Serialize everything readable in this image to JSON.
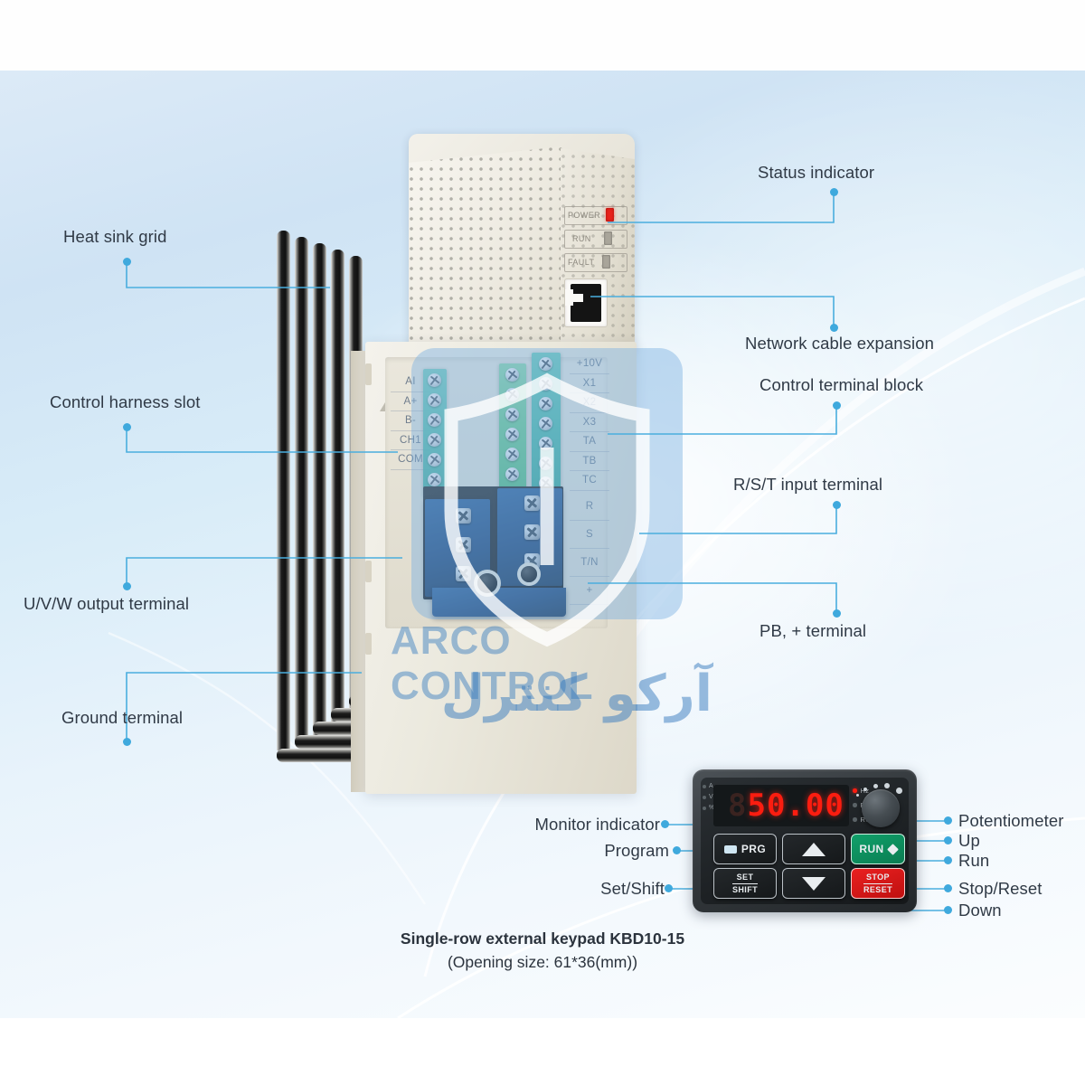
{
  "background": {
    "accent_line_color": "#4aaede",
    "label_text_color": "#303a46",
    "gradient_from": "#dceaf7",
    "gradient_to": "#fbfdfe"
  },
  "callouts_left": [
    {
      "id": "heat-sink-grid",
      "label": "Heat sink grid"
    },
    {
      "id": "control-harness-slot",
      "label": "Control harness slot"
    },
    {
      "id": "uvw-output-terminal",
      "label": "U/V/W output terminal"
    },
    {
      "id": "ground-terminal",
      "label": "Ground terminal"
    }
  ],
  "callouts_right": [
    {
      "id": "status-indicator",
      "label": "Status indicator"
    },
    {
      "id": "network-cable-expansion",
      "label": "Network cable expansion"
    },
    {
      "id": "control-terminal-block",
      "label": "Control terminal block"
    },
    {
      "id": "rst-input-terminal",
      "label": "R/S/T input terminal"
    },
    {
      "id": "pb-plus-terminal",
      "label": "PB,  + terminal"
    }
  ],
  "device": {
    "status_leds": [
      {
        "name": "POWER",
        "state": "on"
      },
      {
        "name": "RUN",
        "state": "off"
      },
      {
        "name": "FAULT",
        "state": "off"
      }
    ],
    "led_on_color": "#e8231b",
    "led_off_color": "#a9a59a",
    "port": "RJ45",
    "terminal_labels_left": [
      "AI",
      "A+",
      "B-",
      "CH1",
      "COM"
    ],
    "terminal_labels_right": [
      "+10V",
      "X1",
      "X2",
      "X3",
      "TA",
      "TB",
      "TC"
    ],
    "power_labels_right": [
      "R",
      "S",
      "T/N",
      "+"
    ],
    "housing_color": "#ece9de",
    "heatsink_color": "#151515"
  },
  "watermark": {
    "text_en": "ARCO CONTROL",
    "text_fa": "آرکو کنترل",
    "color": "#357abd"
  },
  "keypad": {
    "display": {
      "leading_digit": "8",
      "value": "50.00"
    },
    "indicators_left": [
      "A",
      "V",
      "%"
    ],
    "indicators_right": [
      {
        "label": "Hz",
        "state": "on"
      },
      {
        "label": "RPM",
        "state": "off"
      },
      {
        "label": "RUN",
        "state": "off"
      }
    ],
    "buttons": [
      {
        "id": "prg",
        "label": "PRG"
      },
      {
        "id": "set",
        "label_top": "SET",
        "label_bottom": "SHIFT"
      },
      {
        "id": "up",
        "label": ""
      },
      {
        "id": "down",
        "label": ""
      },
      {
        "id": "run",
        "label": "RUN"
      },
      {
        "id": "stop",
        "label_top": "STOP",
        "label_bottom": "RESET"
      }
    ],
    "labels_left": [
      {
        "id": "monitor-indicator",
        "label": "Monitor indicator"
      },
      {
        "id": "program",
        "label": "Program"
      },
      {
        "id": "set-shift",
        "label": "Set/Shift"
      }
    ],
    "labels_right": [
      {
        "id": "potentiometer",
        "label": "Potentiometer"
      },
      {
        "id": "up",
        "label": "Up"
      },
      {
        "id": "run",
        "label": "Run"
      },
      {
        "id": "stop-reset",
        "label": "Stop/Reset"
      },
      {
        "id": "down",
        "label": "Down"
      }
    ],
    "run_color": "#11a06a",
    "stop_color": "#ea2020",
    "display_color": "#fb1d10"
  },
  "caption": {
    "line1": "Single-row external keypad KBD10-15",
    "line2": "(Opening size: 61*36(mm))"
  }
}
